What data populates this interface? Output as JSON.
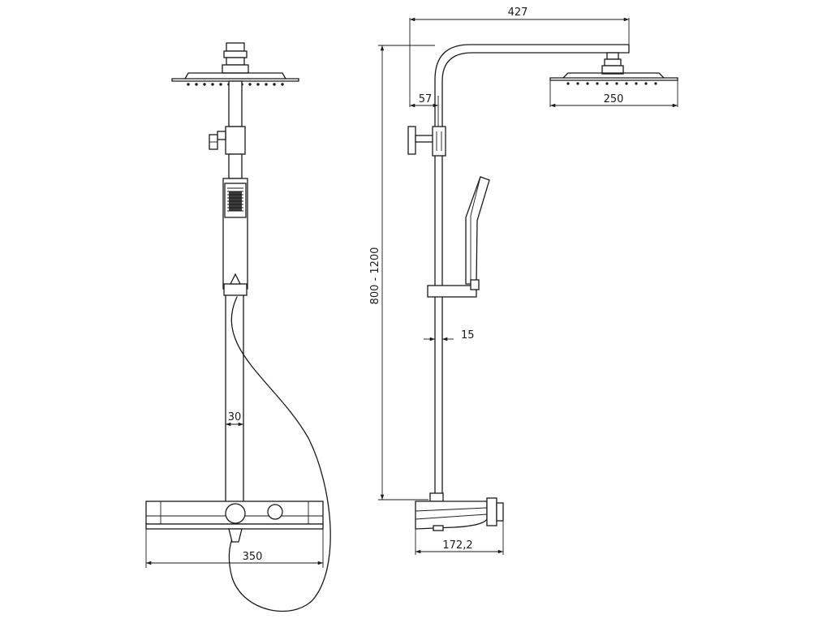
{
  "dimensions": {
    "total_width": "427",
    "head_diameter": "250",
    "wall_offset": "57",
    "height_range": "800 - 1200",
    "rail_diameter_side": "15",
    "rail_diameter_front": "30",
    "mixer_width": "350",
    "mixer_depth": "172,2"
  }
}
